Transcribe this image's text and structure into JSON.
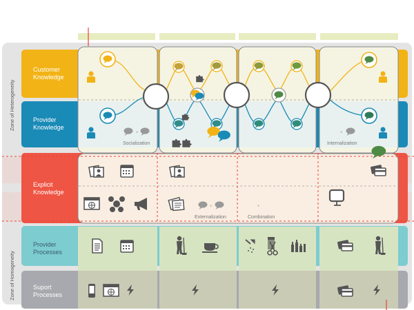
{
  "rows": {
    "customer": {
      "label_1": "Customer",
      "label_2": "Knowledge",
      "color": "#F2B316"
    },
    "provider": {
      "label_1": "Provider",
      "label_2": "Knowledge",
      "color": "#1A8AB7"
    },
    "explicit": {
      "label_1": "Explicit",
      "label_2": "Knowledge",
      "color": "#EE5544"
    },
    "provider_processes": {
      "label_1": "Provider",
      "label_2": "Processes",
      "color": "#7DCCD0"
    },
    "support_processes": {
      "label_1": "Suport",
      "label_2": "Processes",
      "color": "#A7A9AE"
    }
  },
  "zones": {
    "heterogeneity": "Zone of Heterogeneity",
    "homogeneity": "Zone of Homogeneity"
  },
  "stages": {
    "socialization": "Socialization",
    "externalization": "Externalization",
    "combination": "Combination",
    "internalization": "Internalization"
  },
  "colors": {
    "customer_bubble": "#F2B316",
    "provider_bubble": "#1A8AB7",
    "mixed_bubble": "#4E8A45",
    "line_yellow": "#F2B316",
    "line_blue": "#1A8AB7",
    "icon_gray": "#555555",
    "column_tint": "#E8ECC4"
  }
}
